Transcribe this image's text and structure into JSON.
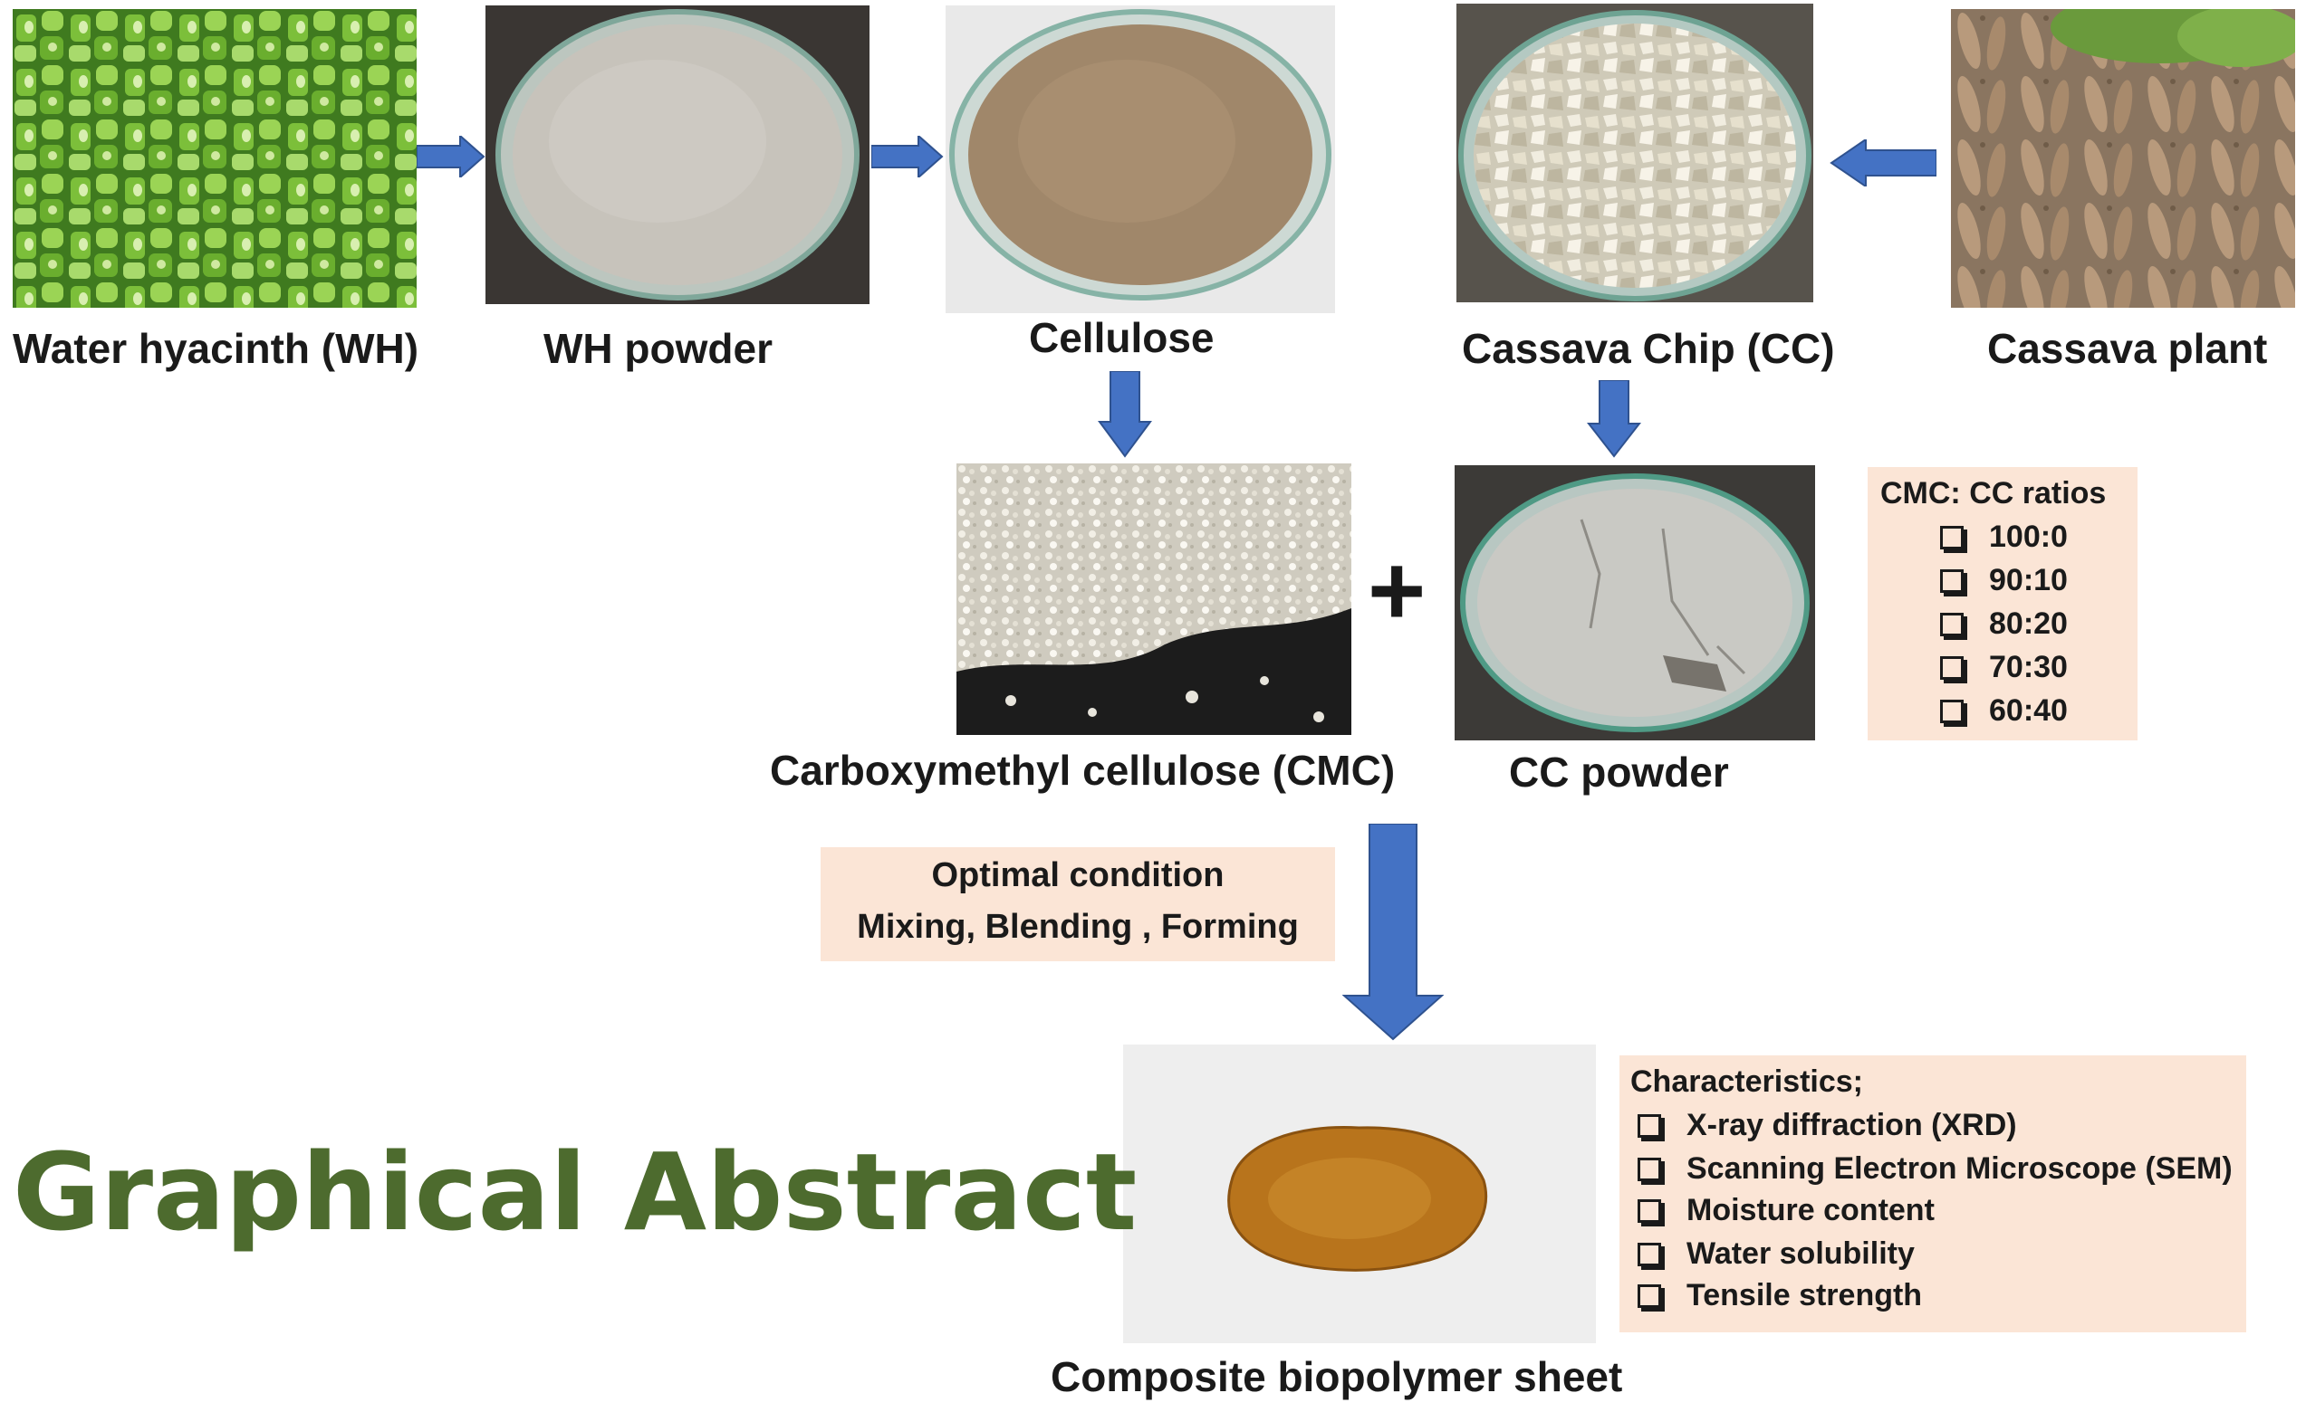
{
  "images": {
    "water_hyacinth": "Water hyacinth (WH)",
    "wh_powder": "WH powder",
    "cellulose": "Cellulose",
    "cassava_chip": "Cassava Chip (CC)",
    "cassava_plant": "Cassava plant",
    "cmc": "Carboxymethyl cellulose (CMC)",
    "cc_powder": "CC powder",
    "composite": "Composite biopolymer sheet"
  },
  "plus_sign": "+",
  "ratios_box": {
    "title": "CMC: CC ratios",
    "items": [
      "100:0",
      "90:10",
      "80:20",
      "70:30",
      "60:40"
    ]
  },
  "condition_box": {
    "line1": "Optimal condition",
    "line2": "Mixing, Blending , Forming"
  },
  "characteristics_box": {
    "title": "Characteristics;",
    "items": [
      "X-ray diffraction (XRD)",
      "Scanning Electron Microscope (SEM)",
      "Moisture content",
      "Water solubility",
      "Tensile strength"
    ]
  },
  "graphical_abstract": "Graphical Abstract",
  "colors": {
    "arrow": "#4472c4",
    "box_fill": "#fbe5d6",
    "title_green": "#4d6b2e"
  }
}
